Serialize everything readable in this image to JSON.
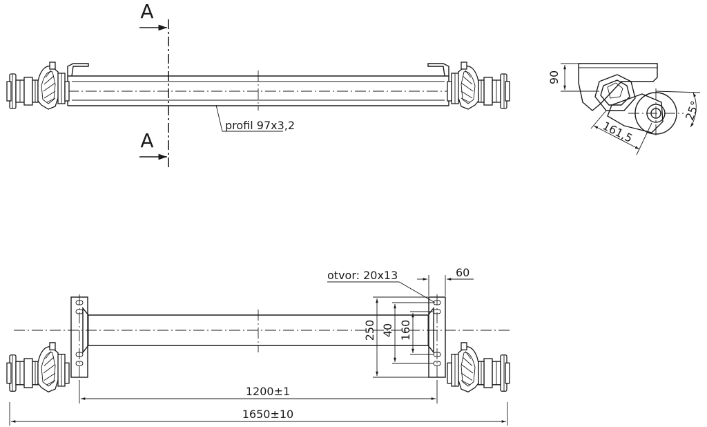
{
  "section_marker": {
    "label": "A"
  },
  "top_view": {
    "profile_label": "profil 97x3,2"
  },
  "side_view": {
    "height_dim": "90",
    "arm_length_dim": "161,5",
    "angle_dim": "25°"
  },
  "bottom_view": {
    "hole_label": "otvor: 20x13",
    "hole_spacing_dim": "60",
    "plate_height_dim": "250",
    "dim_40": "40",
    "dim_160": "160",
    "mount_distance_dim": "1200±1",
    "overall_length_dim": "1650±10"
  }
}
